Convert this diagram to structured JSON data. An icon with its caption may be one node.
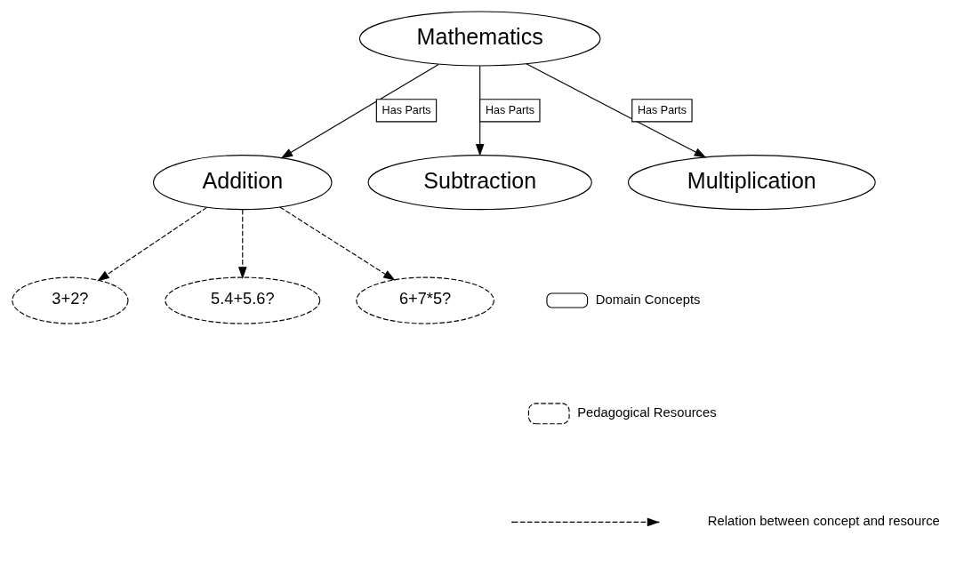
{
  "diagram": {
    "nodes": [
      {
        "text": [
          "Mathematics"
        ]
      },
      {
        "text": [
          "Addition"
        ]
      },
      {
        "text": [
          "Subtraction"
        ]
      },
      {
        "text": [
          "Multiplication"
        ]
      },
      {
        "text": [
          "3+2?"
        ]
      },
      {
        "text": [
          "5.4+5.6?"
        ]
      },
      {
        "text": [
          "6+7*5?"
        ]
      }
    ],
    "edges": [
      {
        "from": 0,
        "to": 1,
        "arrow": "to",
        "label": "Has Parts"
      },
      {
        "from": 0,
        "to": 2,
        "arrow": "to",
        "label": "Has Parts"
      },
      {
        "from": 0,
        "to": 3,
        "arrow": "to",
        "label": "Has Parts"
      },
      {
        "from": 1,
        "to": 4,
        "arrow": "to",
        "style": "dashed"
      },
      {
        "from": 1,
        "to": 5,
        "arrow": "to",
        "style": "dashed"
      },
      {
        "from": 1,
        "to": 6,
        "arrow": "to",
        "style": "dashed"
      }
    ],
    "legend": [
      {
        "text": "Domain Concepts"
      },
      {
        "text": "Pedagogical Resources"
      },
      {
        "text": "Relation between concept and resource"
      }
    ]
  }
}
